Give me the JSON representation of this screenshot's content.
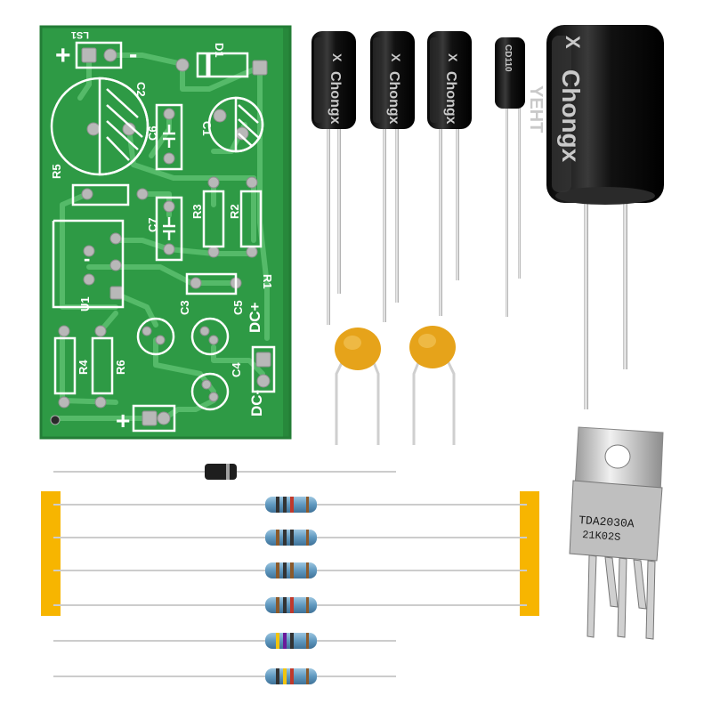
{
  "image": {
    "subject": "TDA2030A amplifier DIY kit parts",
    "colors": {
      "pcb": "#2e9a45",
      "pcb_edge": "#1f7a33",
      "copper_trace": "#51b865",
      "silkscreen": "#ffffff",
      "pad": "#b5b5b5",
      "capacitor_body": "#151515",
      "ceramic_cap": "#e7a51c",
      "resistor_body": "#6fa6c9",
      "tape": "#f7b500",
      "heatsink": "#d9d9d9"
    }
  },
  "pcb": {
    "labels": {
      "ls1": "LS1",
      "d1": "D1",
      "c2": "C2",
      "c1": "C1",
      "c6": "C6",
      "r5": "R5",
      "c7": "C7",
      "r3": "R3",
      "r2": "R2",
      "r1": "R1",
      "u1": "U1",
      "c3": "C3",
      "c5": "C5",
      "r4": "R4",
      "r6": "R6",
      "c4": "C4",
      "dc_plus": "DC+",
      "dc_minus": "DC-",
      "plus_top": "+",
      "minus_top": "-",
      "plus_bottom": "+",
      "minus_side": "-"
    }
  },
  "capacitors": {
    "brand": "Chongx",
    "mark": "X",
    "small_code": "CD110",
    "large_code": "YEHT"
  },
  "ic": {
    "line1": "TDA2030A",
    "line2": "21K02S"
  }
}
